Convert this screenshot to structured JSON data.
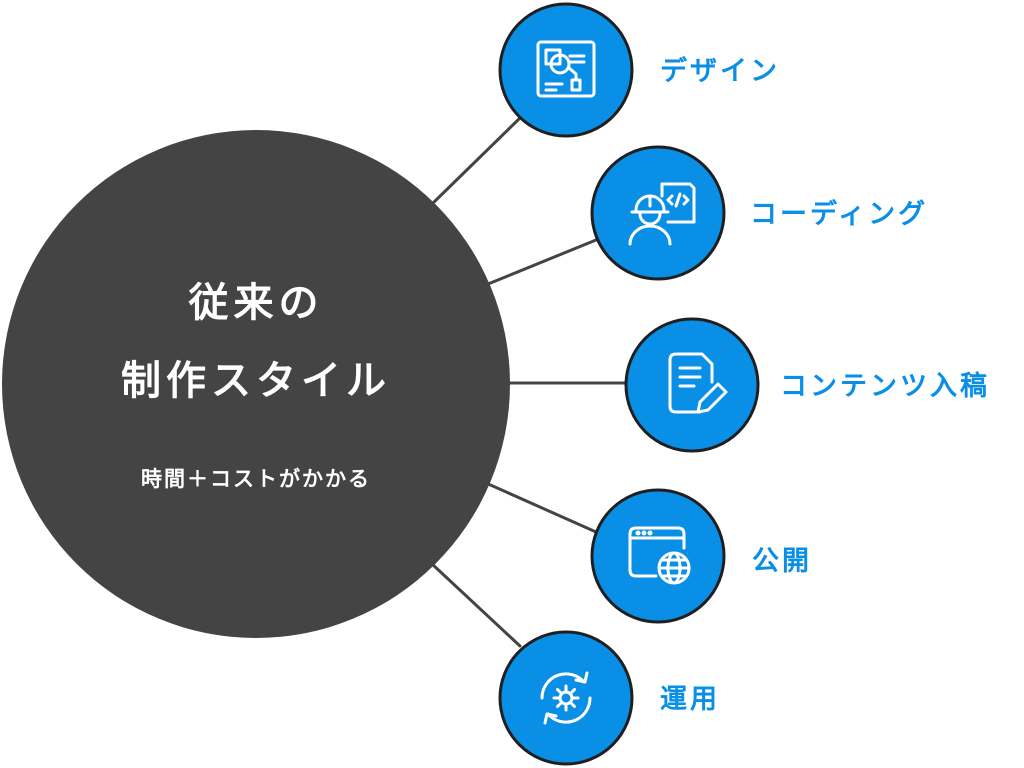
{
  "center": {
    "title_line1": "従来の",
    "title_line2": "制作スタイル",
    "subtitle": "時間＋コストがかかる"
  },
  "steps": [
    {
      "label": "デザイン",
      "icon": "design-layout-icon"
    },
    {
      "label": "コーディング",
      "icon": "developer-code-icon"
    },
    {
      "label": "コンテンツ入稿",
      "icon": "document-edit-icon"
    },
    {
      "label": "公開",
      "icon": "browser-globe-icon"
    },
    {
      "label": "運用",
      "icon": "maintenance-cycle-icon"
    }
  ],
  "colors": {
    "center_fill": "#444444",
    "node_fill": "#0a8fe6",
    "node_stroke": "#1f1f1f",
    "label_color": "#0a8fe6",
    "connector": "#444444",
    "icon_stroke": "#ffffff"
  }
}
